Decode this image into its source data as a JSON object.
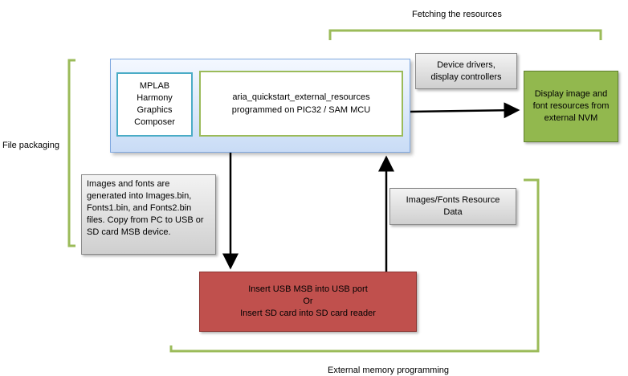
{
  "labels": {
    "fetching": "Fetching the resources",
    "file_packaging": "File packaging",
    "external_programming": "External memory programming"
  },
  "boxes": {
    "composer": "MPLAB\nHarmony\nGraphics\nComposer",
    "application": "aria_quickstart_external_resources\nprogrammed on PIC32 / SAM MCU",
    "drivers": "Device drivers,\ndisplay controllers",
    "display_nvm": "Display image and\nfont resources from\nexternal NVM",
    "generation_note": "Images and fonts are\ngenerated into Images.bin,\nFonts1.bin, and Fonts2.bin\nfiles.  Copy from PC to USB or\nSD card MSB device.",
    "resource_data": "Images/Fonts Resource\nData",
    "usb_sd": "Insert USB MSB into USB port\nOr\nInsert SD card into SD card reader"
  },
  "colors": {
    "bracket": "#9bbb59",
    "composer_border": "#4bacc6",
    "nvm_fill": "#92b84e",
    "usb_fill": "#c0504d",
    "panel_fill": "#c9dcf6"
  }
}
